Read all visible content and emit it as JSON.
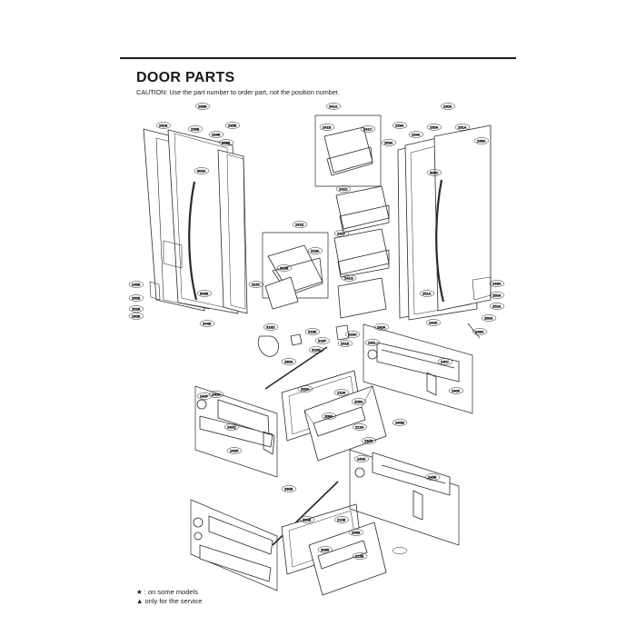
{
  "header": {
    "title": "DOOR PARTS",
    "caution": "CAUTION: Use the part number to order part, not the position number."
  },
  "legend": {
    "line1": "★ : on some models",
    "line2": "▲ only for the service"
  },
  "callouts": {
    "c230B": "230B",
    "c231B": "231B",
    "c233B": "233B",
    "c234B": "234B",
    "c235B": "235B",
    "c244B": "244B",
    "c249B": "249B",
    "c250B": "250B",
    "c251B": "251B",
    "c252B": "252B",
    "c260B": "260B",
    "c239B": "239B",
    "c241A": "241A",
    "c241B": "241B",
    "c241C": "241C",
    "c241D": "241D",
    "c241E": "241E",
    "c241F": "241F",
    "c241G": "241G",
    "c230A": "230A",
    "c233A": "233A",
    "c234A": "234A",
    "c235A": "235A",
    "c231A": "231A",
    "c236A": "236A",
    "c244A": "244A",
    "c249A": "249A",
    "c250A": "250A",
    "c251A": "251A",
    "c252A": "252A",
    "c253A": "253A",
    "c260A": "260A",
    "c200A": "200A",
    "c200B": "200B",
    "c210A": "210A",
    "c210B": "210B",
    "c212A": "212A",
    "c212B": "212B",
    "c209A": "209A",
    "c209B": "209B",
    "c208A": "208A",
    "c208B": "208B",
    "c240A": "240A",
    "c240B": "240B",
    "c240J": "240J",
    "c240K": "240K",
    "c240L": "240L",
    "c240M": "240M",
    "c240N": "240N",
    "c240P": "240P",
    "c240Q": "240Q",
    "c240R": "240R",
    "c240S": "240S",
    "c290A": "290A",
    "c290B": "290B",
    "c246A": "246A",
    "c246B": "246B",
    "c319A": "319A",
    "c319B": "319B",
    "c319C": "319C",
    "c319D": "319D",
    "c319E": "319E",
    "c319F": "319F",
    "c319G": "319G",
    "c319H": "319H",
    "c600A": "600A",
    "c600B": "600B",
    "c600C": "600C"
  }
}
